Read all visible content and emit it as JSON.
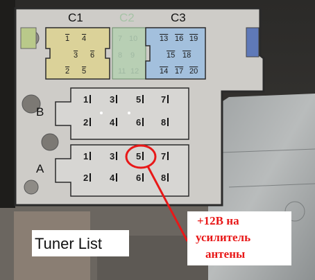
{
  "labels": {
    "c1": "C1",
    "c2": "C2",
    "c3": "C3",
    "b": "B",
    "a": "A"
  },
  "c1_pins": [
    "1",
    "4",
    "3",
    "6",
    "2",
    "5"
  ],
  "c2_pins": [
    "7",
    "10",
    "8",
    "9",
    "11",
    "12"
  ],
  "c3_pins": [
    "13",
    "16",
    "19",
    "15",
    "18",
    "14",
    "17",
    "20"
  ],
  "b_pins": [
    "1",
    "3",
    "5",
    "7",
    "2",
    "4",
    "6",
    "8"
  ],
  "a_pins": [
    "1",
    "3",
    "5",
    "7",
    "2",
    "4",
    "6",
    "8"
  ],
  "caption": {
    "tuner_list": "Tuner List"
  },
  "annotation": {
    "line1": "+12В на",
    "line2": "усилитель",
    "line3": "антены"
  },
  "colors": {
    "highlight": "#e81818",
    "c1_block": "#dbd299",
    "c2_block": "#b8cfb4",
    "c3_block": "#a3c0dd"
  }
}
